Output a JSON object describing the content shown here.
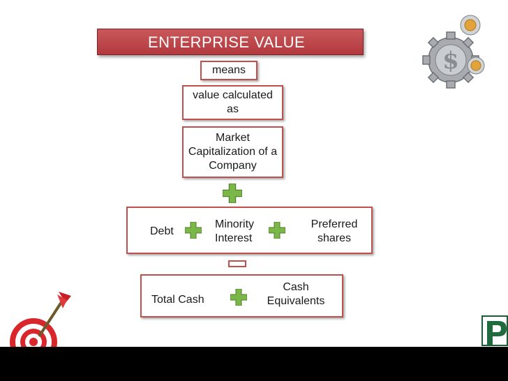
{
  "title": "ENTERPRISE VALUE",
  "step1": "means",
  "step2": "value calculated as",
  "step3": "Market Capitalization of a Company",
  "row1": {
    "item1": "Debt",
    "item2": "Minority Interest",
    "item3": "Preferred shares"
  },
  "row2": {
    "item1": "Total Cash",
    "item2": "Cash Equivalents"
  },
  "colors": {
    "accent": "#c0504d",
    "plus": "#7ab648"
  },
  "icons": {
    "plus": "plus-icon",
    "minus": "minus-icon",
    "gears": "dollar-gears-icon",
    "target": "dart-target-icon",
    "logo": "p-logo"
  }
}
